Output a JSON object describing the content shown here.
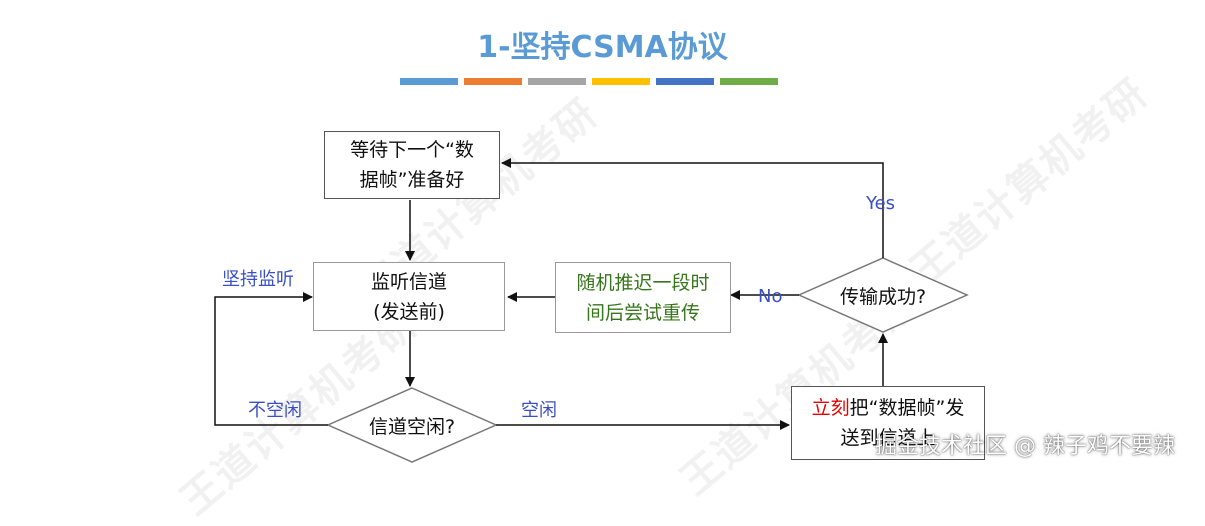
{
  "title": "1-坚持CSMA协议",
  "stripe_colors": [
    "#5b9bd5",
    "#ed7d31",
    "#a5a5a5",
    "#ffc000",
    "#4472c4",
    "#70ad47"
  ],
  "nodes": {
    "wait": {
      "line1": "等待下一个“数",
      "line2": "据帧”准备好"
    },
    "listen": {
      "line1": "监听信道",
      "line2": "(发送前)"
    },
    "backoff": {
      "line1": "随机推迟一段时",
      "line2": "间后尝试重传",
      "color": "#38761d"
    },
    "idle": {
      "text": "信道空闲?"
    },
    "send": {
      "emph": "立刻",
      "rest": "把“数据帧”发",
      "line2": "送到信道上",
      "emph_color": "#e00000"
    },
    "success": {
      "text": "传输成功?"
    }
  },
  "edge_labels": {
    "persist": "坚持监听",
    "busy": "不空闲",
    "free": "空闲",
    "yes": "Yes",
    "no": "No"
  },
  "label_color": "#3a4fc4",
  "watermark": "王道计算机考研",
  "footer": "掘金技术社区 @ 辣子鸡不要辣"
}
